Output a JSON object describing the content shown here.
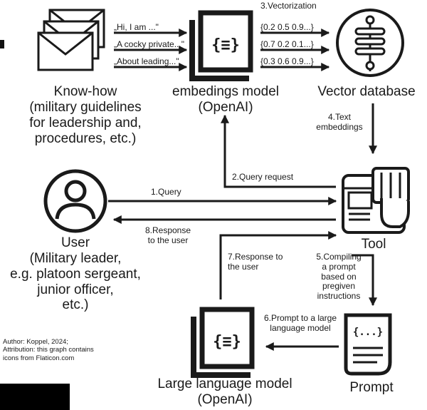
{
  "nodes": {
    "knowhow": {
      "title": "Know-how",
      "desc": [
        "(military guidelines",
        "for leadership and,",
        "procedures, etc.)"
      ]
    },
    "embeddings": {
      "title": "embedings model",
      "sub": "(OpenAI)"
    },
    "vectordb": {
      "title": "Vector database"
    },
    "user": {
      "title": "User",
      "desc": [
        "(Military leader,",
        "e.g. platoon sergeant,",
        "junior officer,",
        "etc.)"
      ]
    },
    "tool": {
      "title": "Tool"
    },
    "llm": {
      "title": "Large language model",
      "sub": "(OpenAI)"
    },
    "prompt": {
      "title": "Prompt"
    }
  },
  "quotes": [
    "„Hi, I am ...\"",
    "„A cocky private...\"",
    "„About leading...\""
  ],
  "vectors": [
    "{0.2 0.5 0.9...}",
    "{0.7 0.2 0.1...}",
    "{0.3 0.6 0.9...}"
  ],
  "steps": {
    "s1": "1.Query",
    "s2": "2.Query request",
    "s3": "3.Vectorization",
    "s4": [
      "4.Text",
      "embeddings"
    ],
    "s5": [
      "5.Compiling",
      "a prompt",
      "based on",
      "pregiven",
      "instructions"
    ],
    "s6": [
      "6.Prompt to a large",
      "language model"
    ],
    "s7": [
      "7.Response to",
      "the user"
    ],
    "s8": [
      "8.Response",
      "to the user"
    ]
  },
  "credit": [
    "Author: Koppel, 2024;",
    "Attribution: this graph contains",
    "icons from Flaticon.com"
  ]
}
